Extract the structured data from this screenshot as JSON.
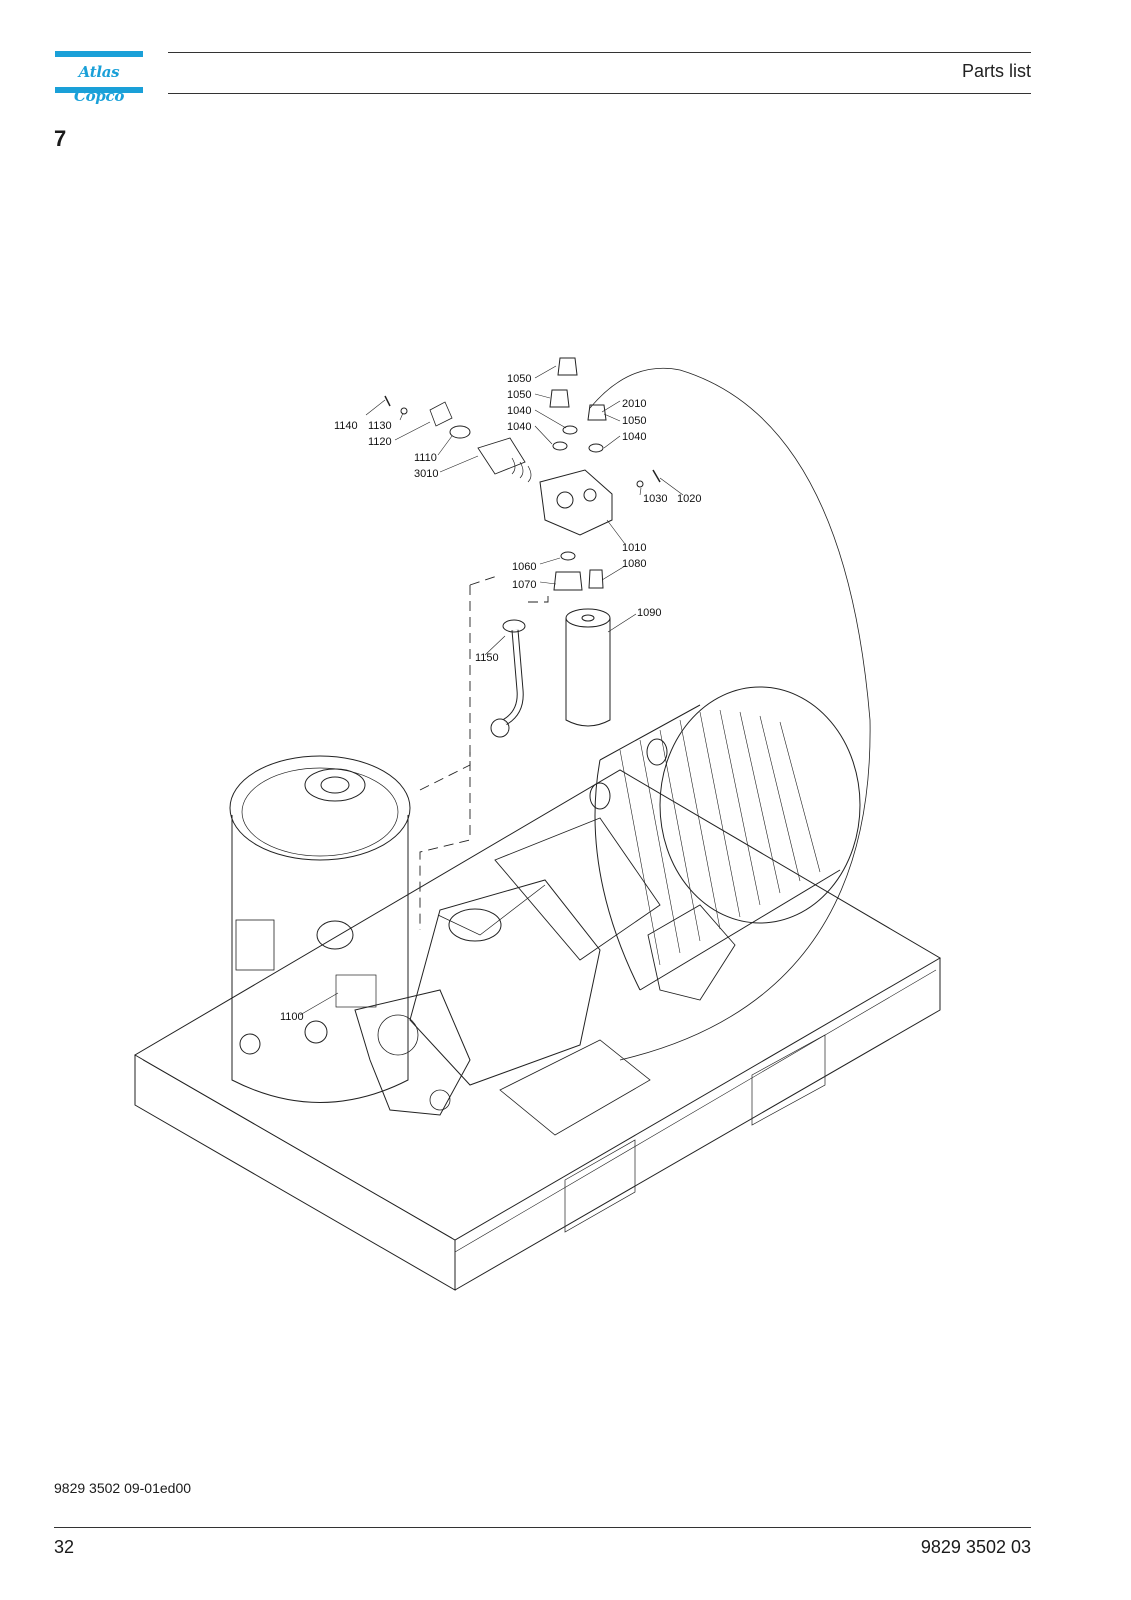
{
  "header": {
    "logo_text": "Atlas Copco",
    "title": "Parts list",
    "brand_color": "#1aa0d8"
  },
  "section": {
    "number": "7"
  },
  "drawing": {
    "callouts": {
      "p1050a": "1050",
      "p1050b": "1050",
      "p1040a": "1040",
      "p1040b": "1040",
      "p2010": "2010",
      "p1050c": "1050",
      "p1040c": "1040",
      "p1140": "1140",
      "p1130": "1130",
      "p1120": "1120",
      "p1110": "1110",
      "p3010": "3010",
      "p1030": "1030",
      "p1020": "1020",
      "p1010": "1010",
      "p1060": "1060",
      "p1080": "1080",
      "p1070": "1070",
      "p1090": "1090",
      "p1150": "1150",
      "p1100": "1100"
    }
  },
  "footer": {
    "doc_code": "9829 3502 09-01ed00",
    "page_number": "32",
    "part_number": "9829 3502 03"
  }
}
